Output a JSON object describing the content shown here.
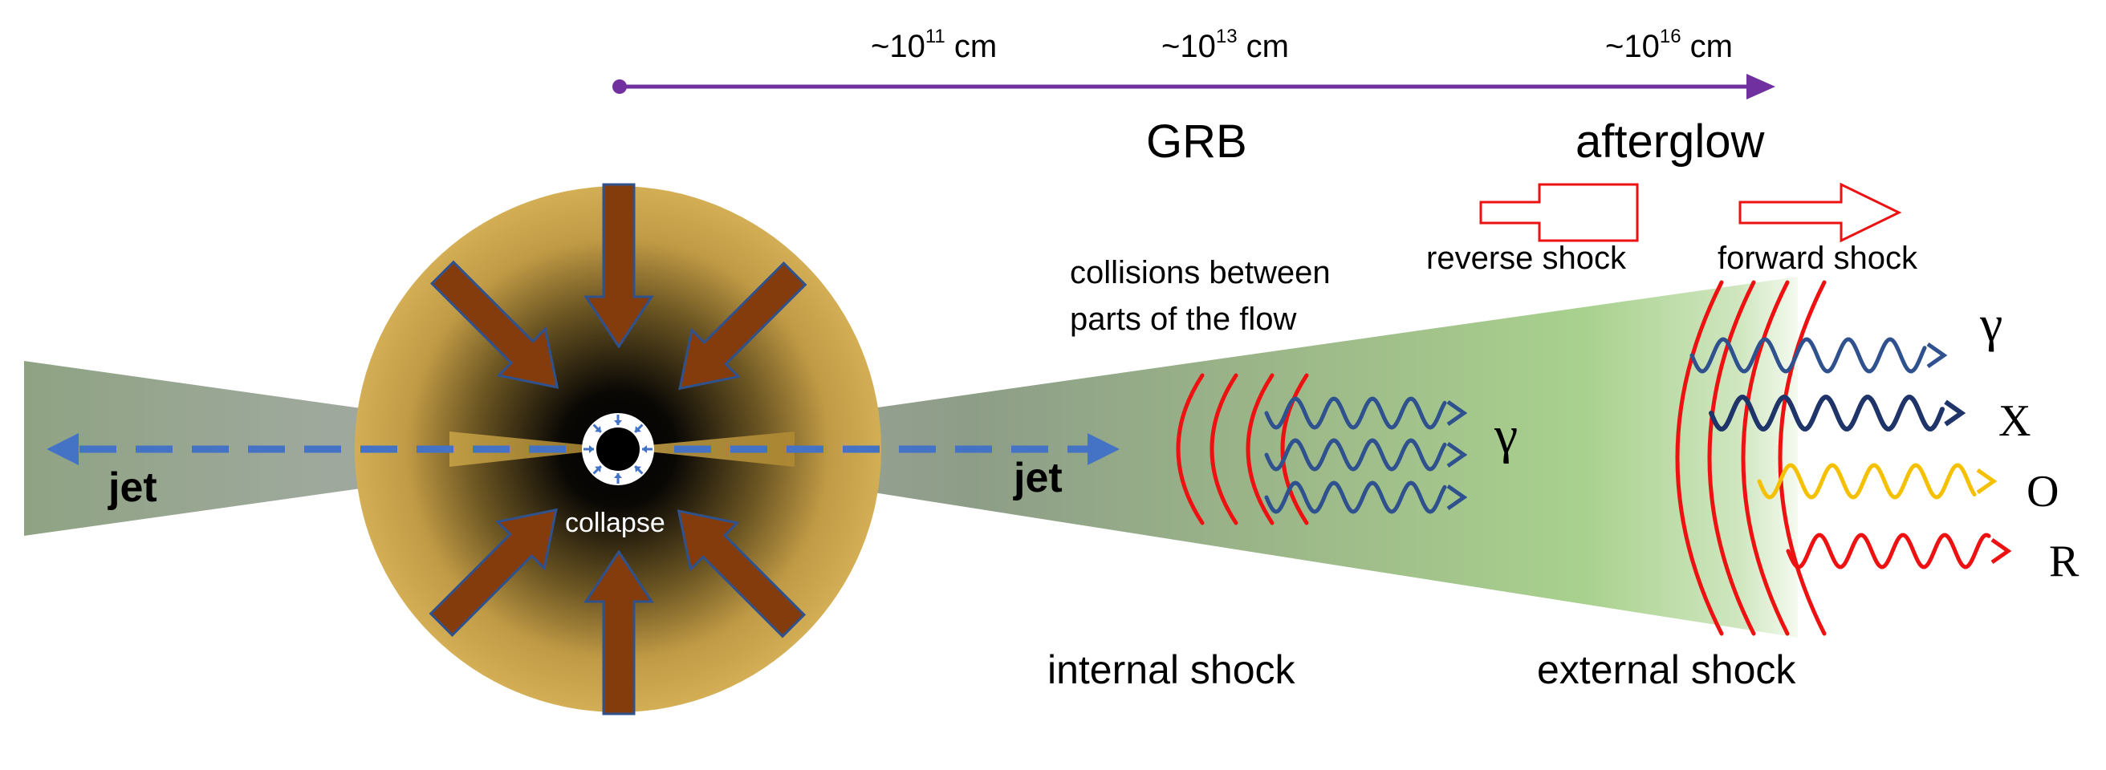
{
  "scale_bar": {
    "markers": [
      {
        "prefix": "~10",
        "exponent": "11",
        "unit": " cm"
      },
      {
        "prefix": "~10",
        "exponent": "13",
        "unit": " cm"
      },
      {
        "prefix": "~10",
        "exponent": "16",
        "unit": " cm"
      }
    ]
  },
  "phase_labels": {
    "grb": "GRB",
    "afterglow": "afterglow"
  },
  "shock_directions": {
    "reverse": "reverse shock",
    "forward": "forward shock"
  },
  "annotations": {
    "collisions": [
      "collisions between",
      "parts of the flow"
    ],
    "collapse": "collapse",
    "jet_left": "jet",
    "jet_right": "jet",
    "internal_shock": "internal shock",
    "external_shock": "external shock"
  },
  "emission": {
    "internal_gamma": "γ",
    "afterglow_bands": [
      {
        "label": "γ",
        "color": "#2f528f"
      },
      {
        "label": "X",
        "color": "#1f3468"
      },
      {
        "label": "O",
        "color": "#f5c000"
      },
      {
        "label": "R",
        "color": "#ee1111"
      }
    ]
  },
  "colors": {
    "scale_bar": "#7030a0",
    "shock_fronts": "#ee1111",
    "infall_arrows": "#843c0c",
    "jet_axis": "#4472c4",
    "wave_blue": "#2f528f",
    "jet_cone_light": "#a9d18e",
    "star_envelope": "#d4ae50"
  }
}
